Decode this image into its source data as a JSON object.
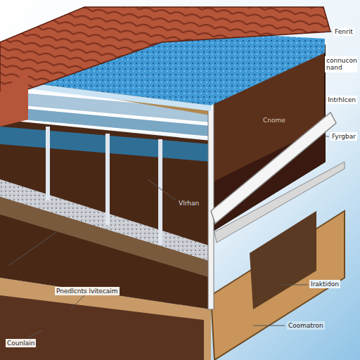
{
  "diagram": {
    "labels": [
      "Fenrit",
      "connucon nand",
      "Intrhlcen",
      "Fyrgbar",
      "Cnome",
      "Vlrhan",
      "Pnedlcnts lvitecaim",
      "Counlain",
      "Iraktidon",
      "Coomatron"
    ]
  }
}
